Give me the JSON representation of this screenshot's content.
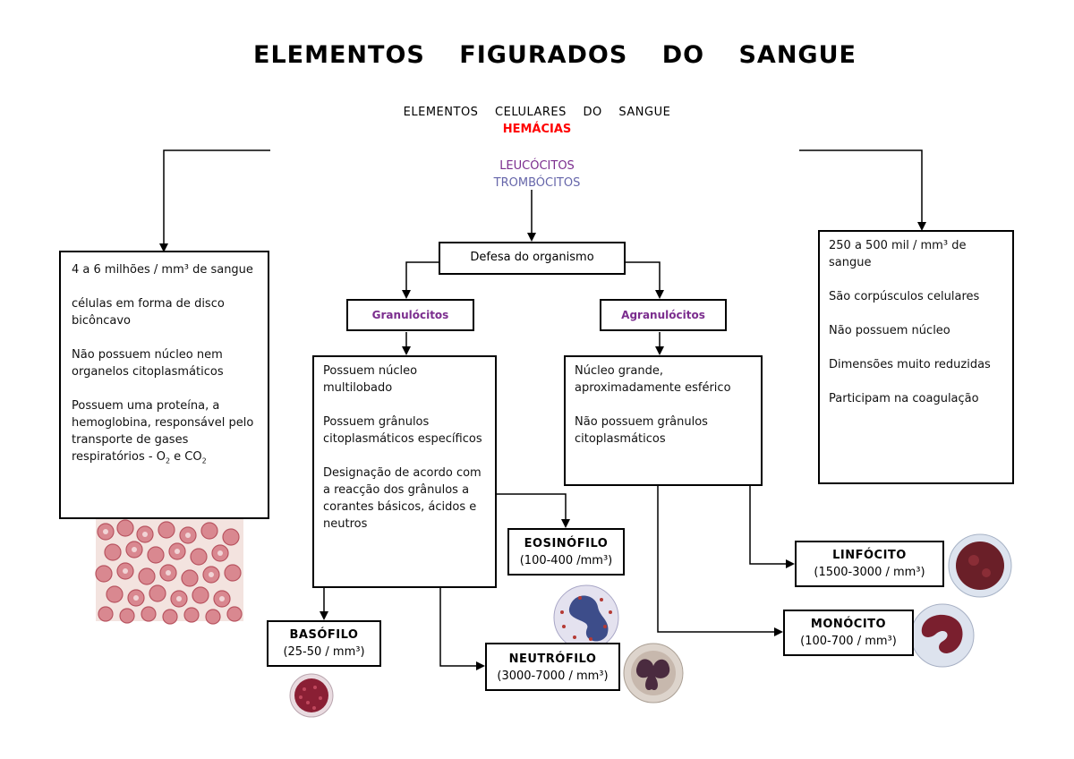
{
  "title": "ELEMENTOS FIGURADOS DO SANGUE",
  "subtitle": "ELEMENTOS CELULARES DO SANGUE",
  "cell_types": {
    "hemacias": "HEMÁCIAS",
    "leucocitos": "LEUCÓCITOS",
    "trombocitos": "TROMBÓCITOS"
  },
  "colors": {
    "hemacias": "#ff0000",
    "leucocitos": "#7b2d8e",
    "trombocitos": "#6666aa"
  },
  "hemacias_box": {
    "line1": "4 a 6 milhões / mm³ de sangue",
    "line2": "células em forma de disco bicôncavo",
    "line3": "Não possuem núcleo nem organelos citoplasmáticos",
    "line4_prefix": "Possuem uma proteína, a hemoglobina, responsável pelo transporte de gases respiratórios -  O",
    "line4_sub1": "2",
    "line4_mid": " e CO",
    "line4_sub2": "2"
  },
  "defesa": "Defesa do organismo",
  "granulocitos": {
    "label": "Granulócitos",
    "line1": "Possuem núcleo multilobado",
    "line2": "Possuem grânulos citoplasmáticos específicos",
    "line3": "Designação de acordo com a reacção dos grânulos a corantes básicos, ácidos e neutros"
  },
  "agranulocitos": {
    "label": "Agranulócitos",
    "line1": "Núcleo grande, aproximadamente esférico",
    "line2": "Não possuem grânulos citoplasmáticos"
  },
  "trombocitos_box": {
    "line1": "250 a 500 mil / mm³ de sangue",
    "line2": "São corpúsculos celulares",
    "line3": "Não possuem núcleo",
    "line4": "Dimensões muito reduzidas",
    "line5": "Participam na coagulação"
  },
  "cells": {
    "basofilo": {
      "name": "BASÓFILO",
      "count": "(25-50 / mm³)"
    },
    "eosinofilo": {
      "name": "EOSINÓFILO",
      "count": "(100-400 /mm³)"
    },
    "neutrofilo": {
      "name": "NEUTRÓFILO",
      "count": "(3000-7000 / mm³)"
    },
    "linfocito": {
      "name": "LINFÓCITO",
      "count": "(1500-3000 / mm³)"
    },
    "monocito": {
      "name": "MONÓCITO",
      "count": "(100-700 / mm³)"
    }
  }
}
